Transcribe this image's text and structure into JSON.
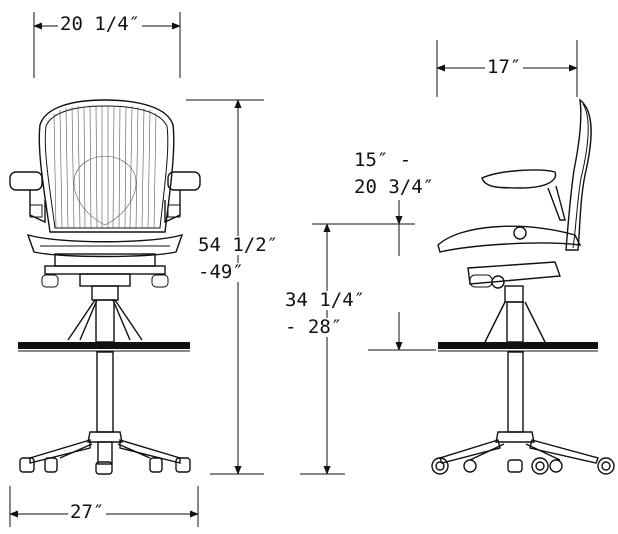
{
  "dimensions": {
    "front_width": "20 1/4″",
    "base_width": "27″",
    "overall_height_line1": "54 1/2″",
    "overall_height_line2": "-49″",
    "side_depth": "17″",
    "arm_range_line1": "15″ -",
    "arm_range_line2": "20 3/4″",
    "seat_height_line1": "34 1/4″",
    "seat_height_line2": "- 28″"
  },
  "colors": {
    "ink": "#111111",
    "background": "#ffffff"
  }
}
